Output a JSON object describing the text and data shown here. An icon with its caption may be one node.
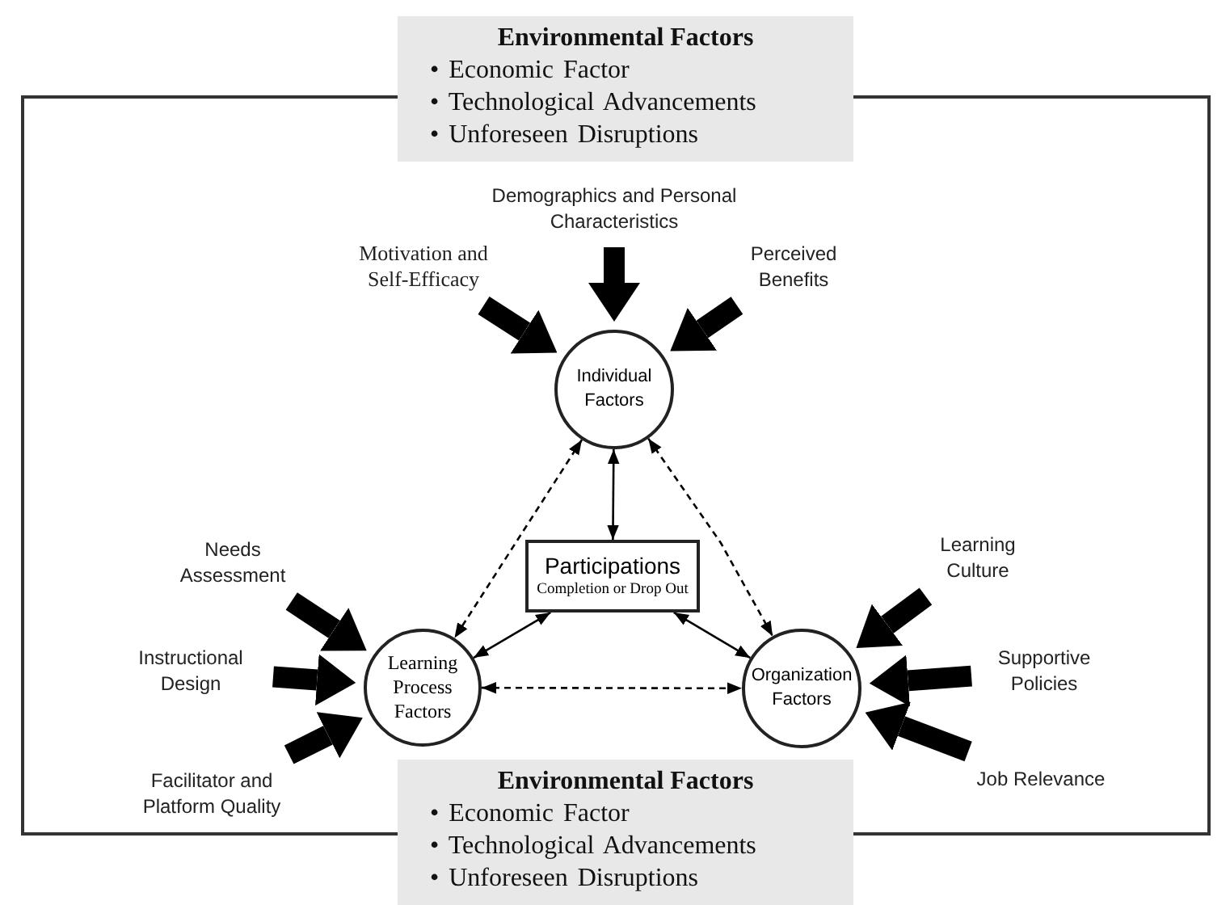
{
  "diagram": {
    "nodes": [
      {
        "text": [
          "Environmental Factors",
          "• Economic Factor",
          "• Technological Advancements",
          "• Unforeseen Disruptions"
        ]
      },
      {
        "text": [
          "Environmental Factors",
          "• Economic Factor",
          "• Technological Advancements",
          "• Unforeseen Disruptions"
        ]
      },
      {
        "text": [
          "Individual Factors"
        ]
      },
      {
        "text": [
          "Learning Process Factors"
        ]
      },
      {
        "text": [
          "Organization Factors"
        ]
      },
      {
        "text": [
          "Participations",
          "Completion or Drop Out"
        ]
      },
      {
        "text": [
          "Motivation and Self-Efficacy"
        ]
      },
      {
        "text": [
          "Demographics and Personal Characteristics"
        ]
      },
      {
        "text": [
          "Perceived Benefits"
        ]
      },
      {
        "text": [
          "Needs Assessment"
        ]
      },
      {
        "text": [
          "Instructional Design"
        ]
      },
      {
        "text": [
          "Facilitator and Platform Quality"
        ]
      },
      {
        "text": [
          "Learning Culture"
        ]
      },
      {
        "text": [
          "Supportive Policies"
        ]
      },
      {
        "text": [
          "Job Relevance"
        ]
      }
    ],
    "edges": [
      {
        "from": 6,
        "to": 2,
        "arrow": "to"
      },
      {
        "from": 7,
        "to": 2,
        "arrow": "to"
      },
      {
        "from": 8,
        "to": 2,
        "arrow": "to"
      },
      {
        "from": 9,
        "to": 3,
        "arrow": "to"
      },
      {
        "from": 10,
        "to": 3,
        "arrow": "to"
      },
      {
        "from": 11,
        "to": 3,
        "arrow": "to"
      },
      {
        "from": 12,
        "to": 4,
        "arrow": "to"
      },
      {
        "from": 13,
        "to": 4,
        "arrow": "to"
      },
      {
        "from": 14,
        "to": 4,
        "arrow": "to"
      },
      {
        "from": 2,
        "to": 5,
        "arrow": "both"
      },
      {
        "from": 2,
        "to": 3,
        "arrow": "both",
        "style": "dashed"
      },
      {
        "from": 2,
        "to": 4,
        "arrow": "both",
        "style": "dashed"
      },
      {
        "from": 5,
        "to": 3,
        "arrow": "both"
      },
      {
        "from": 5,
        "to": 4,
        "arrow": "both"
      },
      {
        "from": 3,
        "to": 4,
        "arrow": "both",
        "style": "dashed"
      }
    ]
  }
}
